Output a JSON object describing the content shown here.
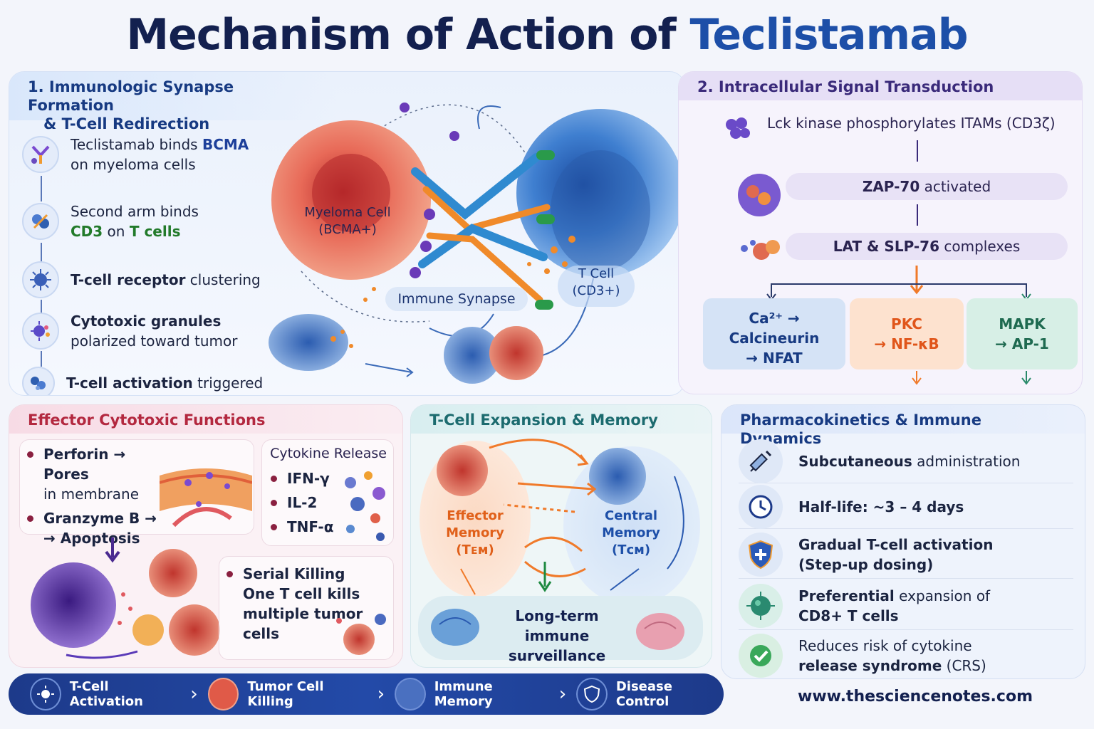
{
  "title": {
    "part1": "Mechanism of Action of ",
    "part2": "Teclistamab"
  },
  "panel1": {
    "heading_line1": "1. Immunologic Synapse Formation",
    "heading_line2": "& T-Cell Redirection",
    "steps": [
      {
        "a": "Teclistamab binds ",
        "b": "BCMA",
        "c": "on myeloma cells"
      },
      {
        "a": "Second arm binds",
        "b": "CD3",
        "c": " on ",
        "d": "T cells"
      },
      {
        "a": "T-cell receptor",
        "b": " clustering"
      },
      {
        "a": "Cytotoxic granules",
        "b": "polarized toward tumor"
      },
      {
        "a": "T-cell activation",
        "b": " triggered"
      }
    ],
    "myeloma_label_1": "Myeloma Cell",
    "myeloma_label_2": "(BCMA+)",
    "tcell_label_1": "T Cell",
    "tcell_label_2": "(CD3+)",
    "synapse_label": "Immune Synapse"
  },
  "panel2": {
    "heading": "2. Intracellular Signal Transduction",
    "row1": "Lck kinase phosphorylates ITAMs (CD3ζ)",
    "row2_a": "ZAP-70",
    "row2_b": " activated",
    "row3_a": "LAT & SLP-76",
    "row3_b": " complexes",
    "box1": [
      "Ca²⁺ →",
      "Calcineurin",
      "→ NFAT"
    ],
    "box2": [
      "PKC",
      "→ NF-κB"
    ],
    "box3": [
      "MAPK",
      "→ AP-1"
    ]
  },
  "panel3": {
    "heading": "Effector Cytotoxic Functions",
    "perforin_1": "Perforin → Pores",
    "perforin_2": "in membrane",
    "granzyme_1": "Granzyme B →",
    "granzyme_2": "→ Apoptosis",
    "cytokine_heading": "Cytokine Release",
    "cytokines": [
      "IFN-γ",
      "IL-2",
      "TNF-α"
    ],
    "serial_1": "Serial Killing",
    "serial_2": "One T cell kills",
    "serial_3": "multiple tumor",
    "serial_4": "cells"
  },
  "panel4": {
    "heading": "T-Cell Expansion & Memory",
    "effector_1": "Effector",
    "effector_2": "Memory",
    "effector_3": "(Tᴇᴍ)",
    "central_1": "Central",
    "central_2": "Memory",
    "central_3": "(Tᴄᴍ)",
    "longterm_1": "Long-term",
    "longterm_2": "immune surveillance"
  },
  "panel5": {
    "heading": "Pharmacokinetics & Immune Dynamics",
    "rows": [
      {
        "a": "Subcutaneous",
        "b": " administration"
      },
      {
        "a": "Half-life: ~3 – 4 days",
        "b": ""
      },
      {
        "a": "Gradual T-cell activation",
        "b": "(Step-up dosing)"
      },
      {
        "a": "Preferential",
        "b": " expansion of",
        "c": "CD8+ T cells"
      },
      {
        "a": "Reduces risk of cytokine",
        "b": "release syndrome",
        "c": " (CRS)"
      }
    ]
  },
  "footer": {
    "items": [
      "T-Cell Activation",
      "Tumor Cell Killing",
      "Immune Memory",
      "Disease Control"
    ],
    "separator": "›",
    "site": "www.thesciencenotes.com"
  },
  "colors": {
    "title_dark": "#13204f",
    "title_accent": "#1d4fa8",
    "myeloma": "#e0604f",
    "tcell": "#3f7fd0",
    "pkc": "#f07a2a",
    "mapk": "#2a8a6a",
    "footer": "#1d3a8a"
  },
  "icons": [
    "antibody-icon",
    "cd3-icon",
    "tcr-icon",
    "granule-icon",
    "activation-icon",
    "kinase-icon",
    "syringe-icon",
    "clock-icon",
    "shield-icon",
    "cd8-cell-icon",
    "check-icon",
    "brain-icon"
  ]
}
